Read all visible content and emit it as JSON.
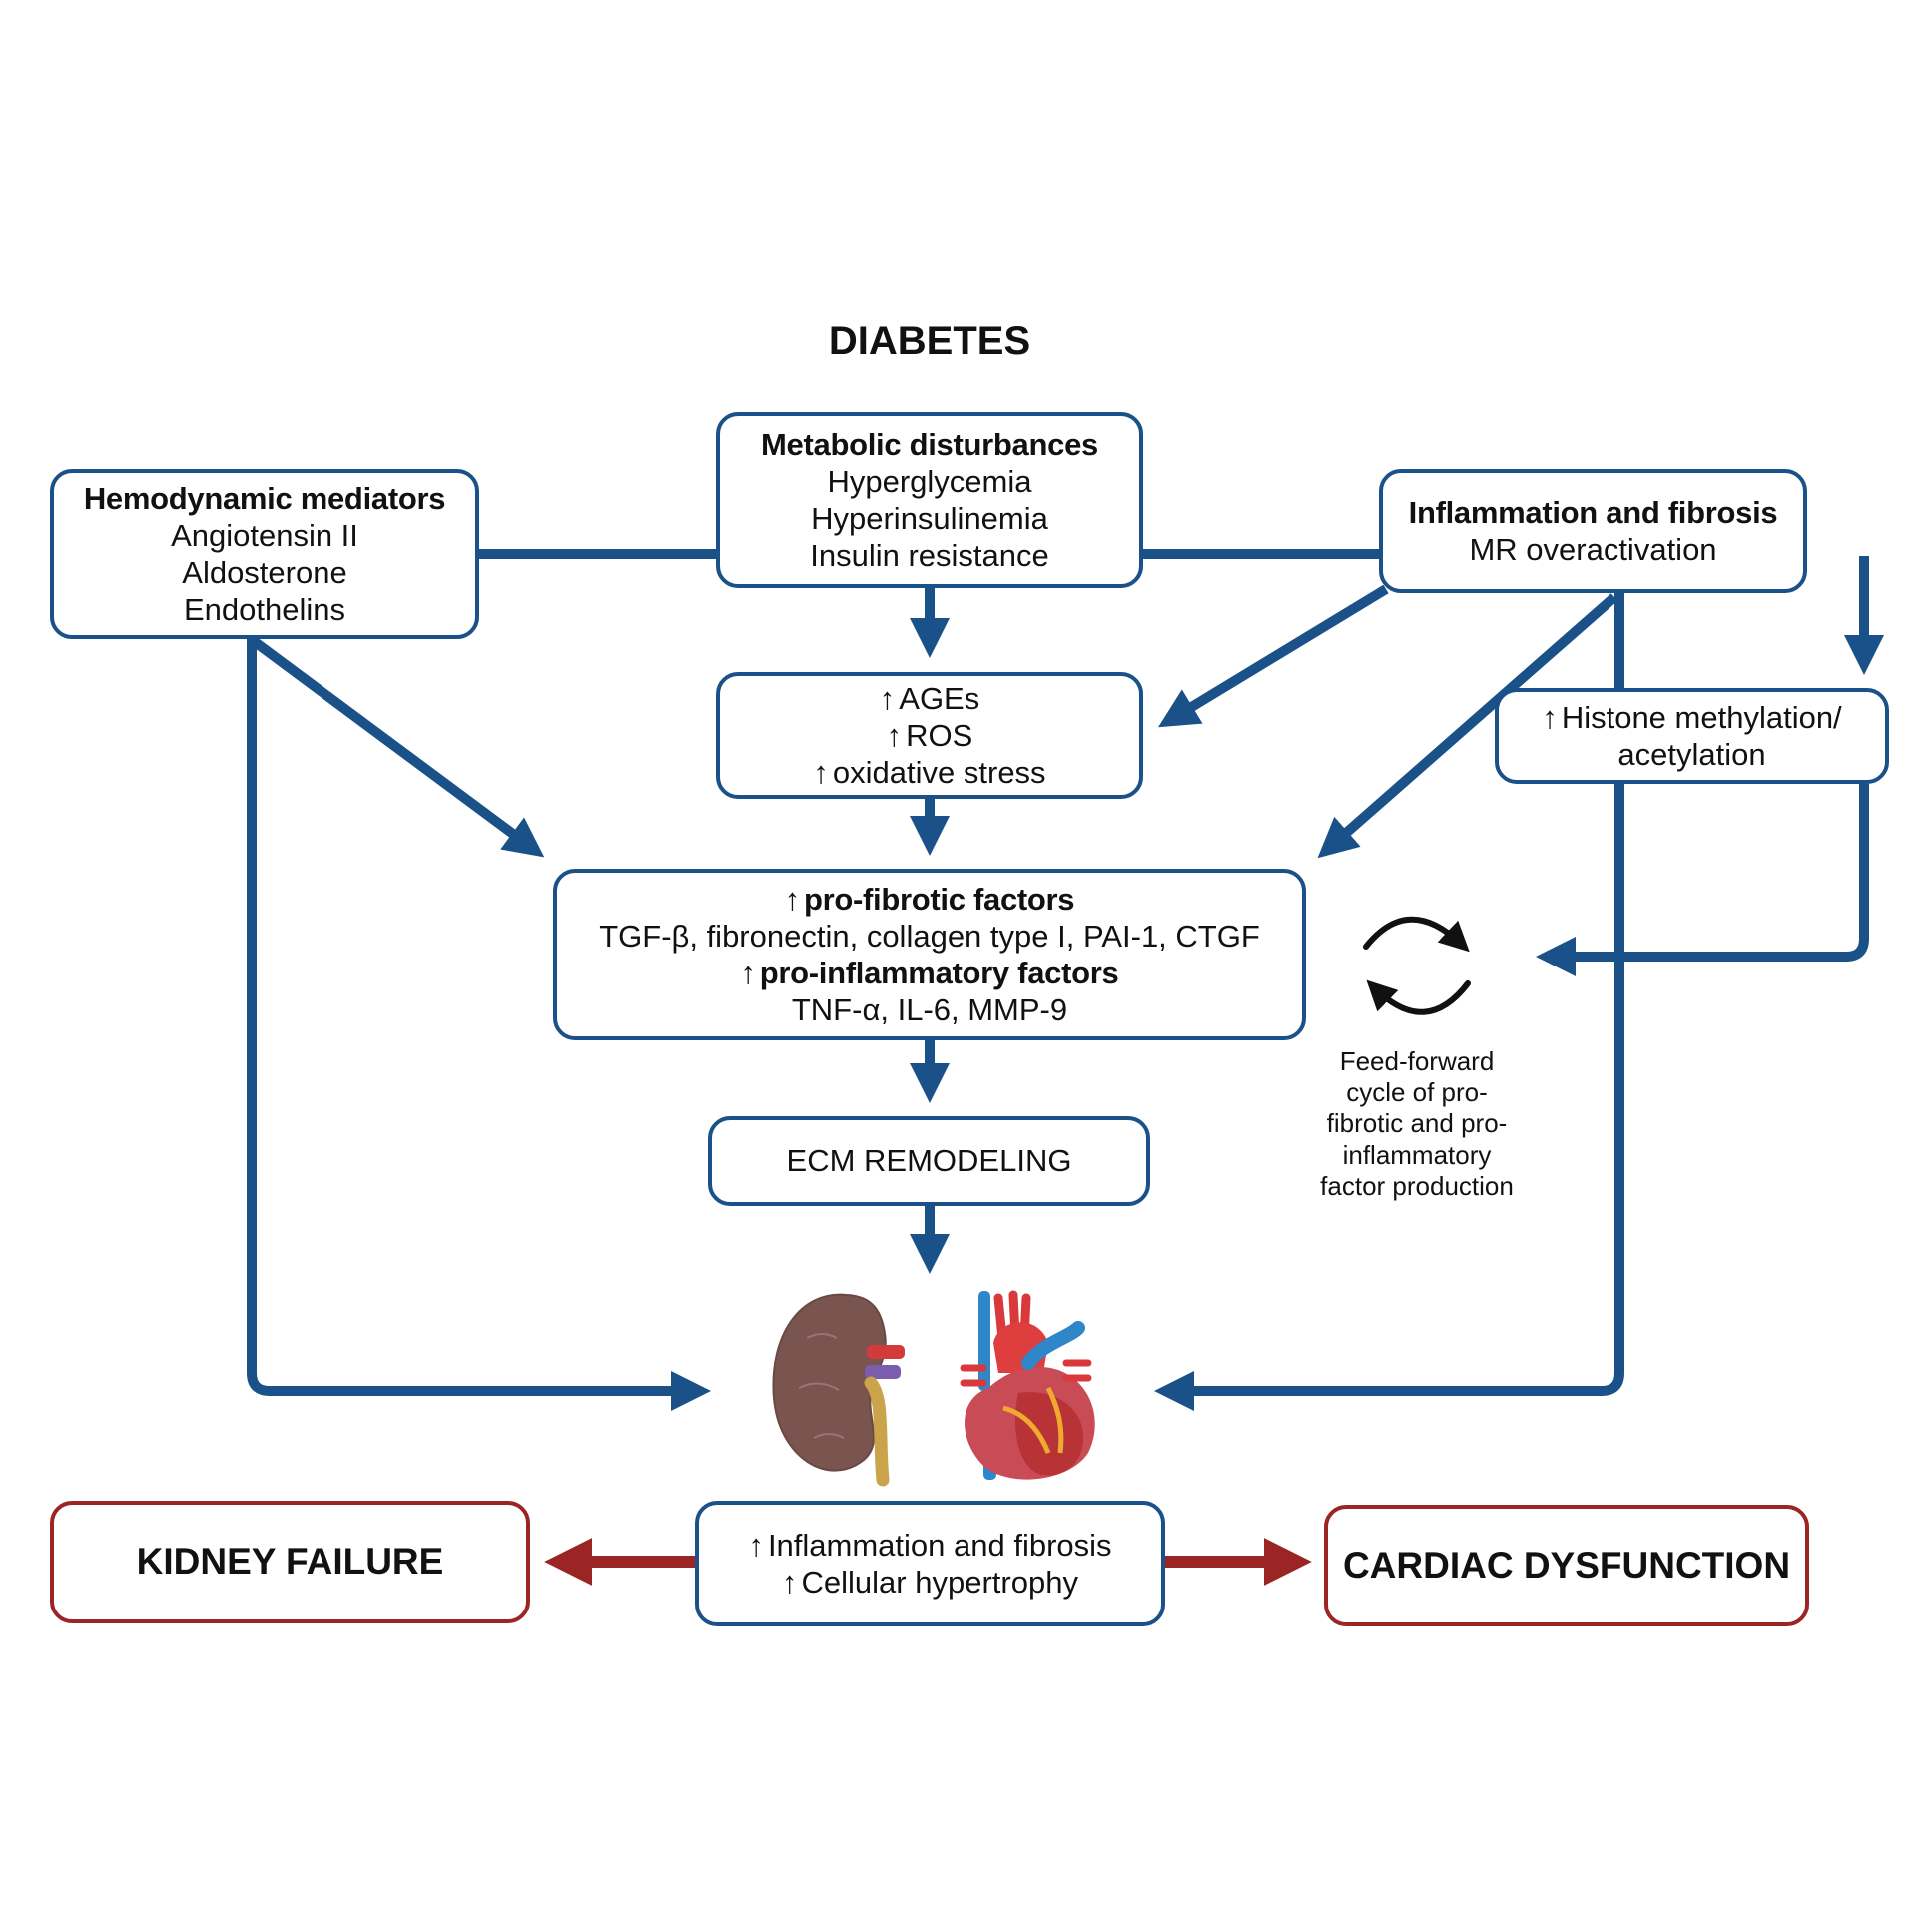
{
  "title": "DIABETES",
  "colors": {
    "flow_blue": "#1b5189",
    "outcome_red": "#9b2424",
    "cycle_black": "#111111"
  },
  "boxes": {
    "hemodynamic": {
      "title": "Hemodynamic mediators",
      "lines": [
        "Angiotensin II",
        "Aldosterone",
        "Endothelins"
      ]
    },
    "metabolic": {
      "title": "Metabolic disturbances",
      "lines": [
        "Hyperglycemia",
        "Hyperinsulinemia",
        "Insulin resistance"
      ]
    },
    "inflammation": {
      "title": "Inflammation and fibrosis",
      "lines": [
        "MR overactivation"
      ]
    },
    "oxidative": {
      "lines": [
        "AGEs",
        "ROS",
        "oxidative stress"
      ],
      "prefix_icon": "up-arrow-icon"
    },
    "histone": {
      "lines": [
        "Histone methylation/",
        "acetylation"
      ],
      "prefix_icon": "up-arrow-icon"
    },
    "factors": {
      "fibrotic_title": "pro-fibrotic factors",
      "fibrotic_list": "TGF-β, fibronectin, collagen type I, PAI-1, CTGF",
      "inflammatory_title": "pro-inflammatory factors",
      "inflammatory_list": "TNF-α, IL-6, MMP-9"
    },
    "ecm": {
      "label": "ECM REMODELING"
    },
    "organ_effects": {
      "lines": [
        "Inflammation and fibrosis",
        "Cellular hypertrophy"
      ]
    },
    "kidney_failure": {
      "label": "KIDNEY FAILURE"
    },
    "cardiac_dysfunction": {
      "label": "CARDIAC DYSFUNCTION"
    }
  },
  "feed_forward": {
    "icon": "cycle-arrows-icon",
    "lines": [
      "Feed-forward",
      "cycle of pro-",
      "fibrotic and pro-",
      "inflammatory",
      "factor production"
    ]
  },
  "illustrations": [
    "kidney-illustration",
    "heart-illustration"
  ]
}
